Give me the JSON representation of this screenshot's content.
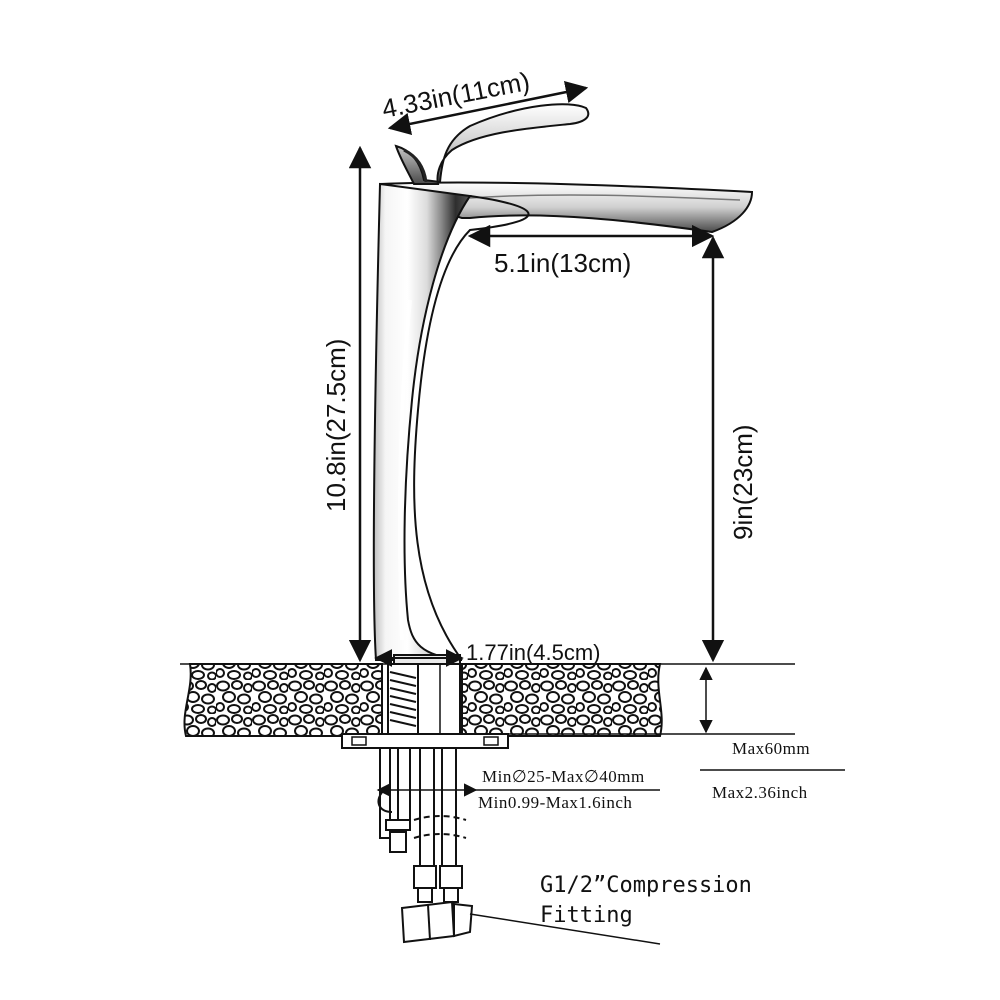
{
  "dimensions": {
    "handle_width": "4.33in(11cm)",
    "spout_reach": "5.1in(13cm)",
    "total_height": "10.8in(27.5cm)",
    "spout_height": "9in(23cm)",
    "base_diameter": "1.77in(4.5cm)"
  },
  "installation": {
    "deck_thickness_mm": "Max60mm",
    "deck_thickness_in": "Max2.36inch",
    "hole_range_mm": "Min∅25-Max∅40mm",
    "hole_range_in": "Min0.99-Max1.6inch"
  },
  "fitting": {
    "line1": "G1/2”Compression",
    "line2": "Fitting"
  },
  "colors": {
    "line": "#111111",
    "chrome_dark": "#3a3a3a",
    "chrome_light": "#f2f2f2",
    "stone": "#ffffff"
  }
}
